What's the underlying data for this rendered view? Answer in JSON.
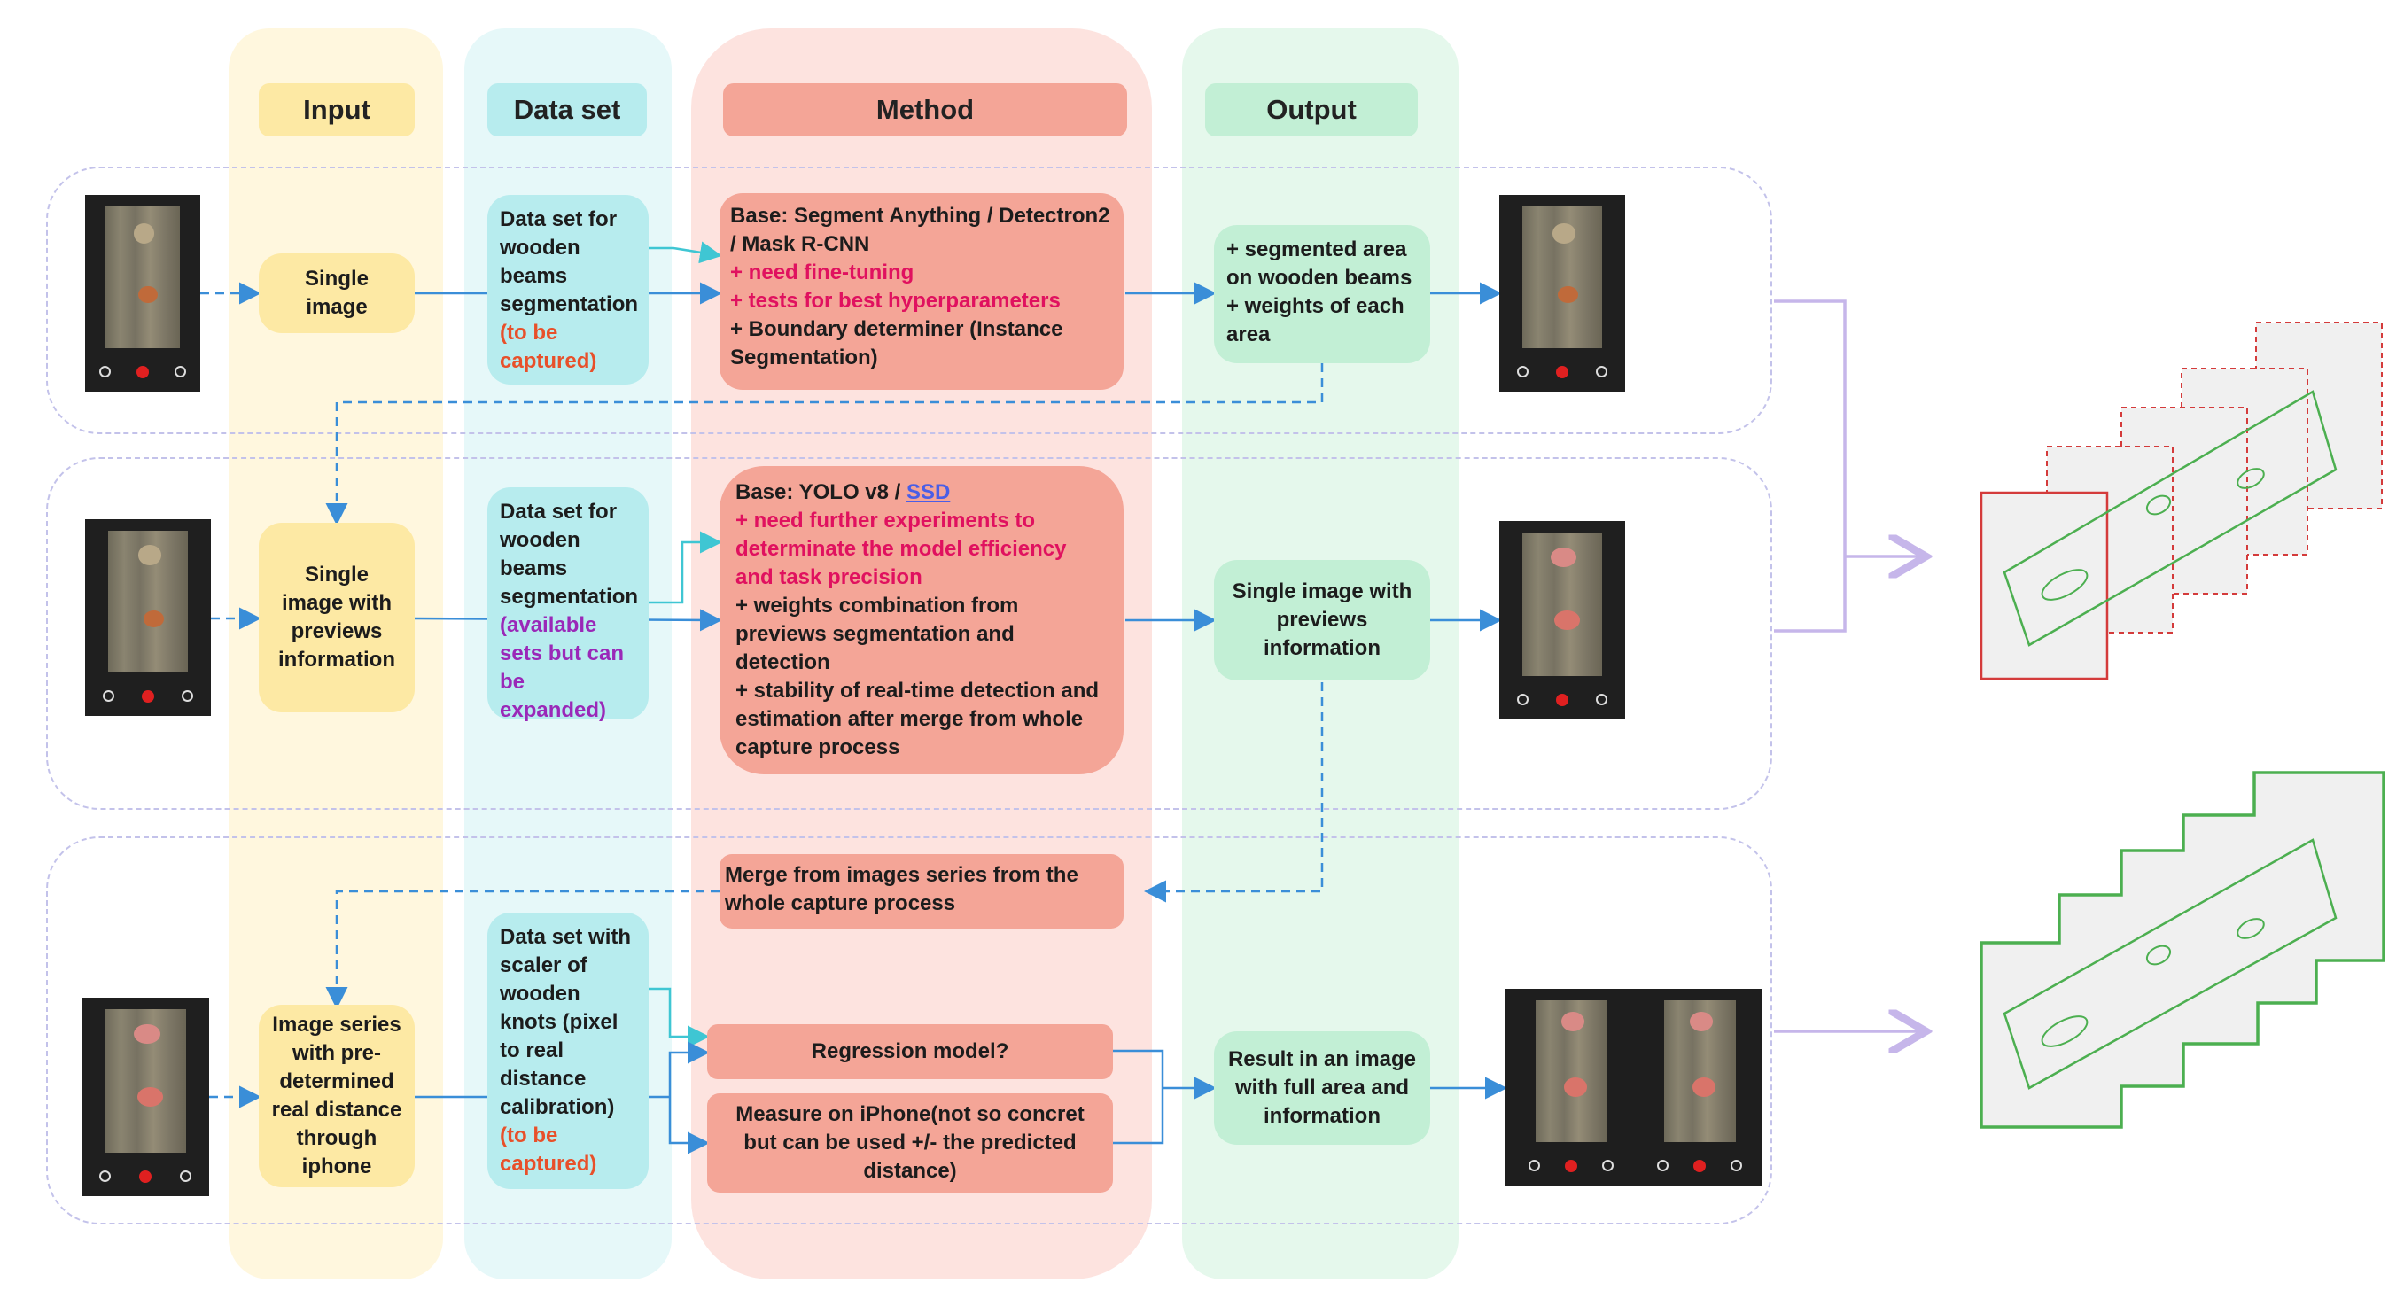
{
  "headers": {
    "input": "Input",
    "dataset": "Data set",
    "method": "Method",
    "output": "Output"
  },
  "row1": {
    "input": "Single image",
    "dataset": {
      "main": "Data set for wooden beams segmentation",
      "note": "(to be captured)"
    },
    "method": {
      "line1": "Base: Segment Anything / Detectron2 / Mask R-CNN",
      "line2": "+ need fine-tuning",
      "line3": "+ tests for best hyperparameters",
      "line4": "+ Boundary  determiner (Instance Segmentation)"
    },
    "output": "+ segmented area on wooden beams\n+ weights of each area"
  },
  "row2": {
    "input": "Single image with previews information",
    "dataset": {
      "main": "Data set for wooden beams segmentation",
      "note": "(available sets but can be expanded)"
    },
    "method": {
      "base": "Base: YOLO v8  / ",
      "link": "SSD",
      "line2": "+ need further experiments to determinate the model efficiency and task precision",
      "line3": "+ weights combination from previews segmentation and detection",
      "line4": "+ stability of real-time detection and estimation after merge from whole capture process"
    },
    "output": "Single image with previews information"
  },
  "row3": {
    "merge": "Merge from images series from the whole capture process",
    "input": "Image series with pre-determined real distance through iphone",
    "dataset": {
      "main": "Data set with scaler of wooden knots (pixel to real distance calibration)",
      "note": "(to be captured)"
    },
    "regression": "Regression model?",
    "measure": "Measure on iPhone(not so concret but can be used +/- the predicted distance)",
    "output": "Result in an image with full area and information"
  },
  "colors": {
    "input_bg": "#fff7de",
    "dataset_bg": "#e6f8f9",
    "method_bg": "#fde3df",
    "output_bg": "#e5f8ec",
    "arrow": "#3a8ed8",
    "dashed_arrow": "#3a8ed8",
    "accent_line": "#c6b6ea",
    "green_outline": "#4caf50",
    "red_outline": "#d43b3b"
  }
}
